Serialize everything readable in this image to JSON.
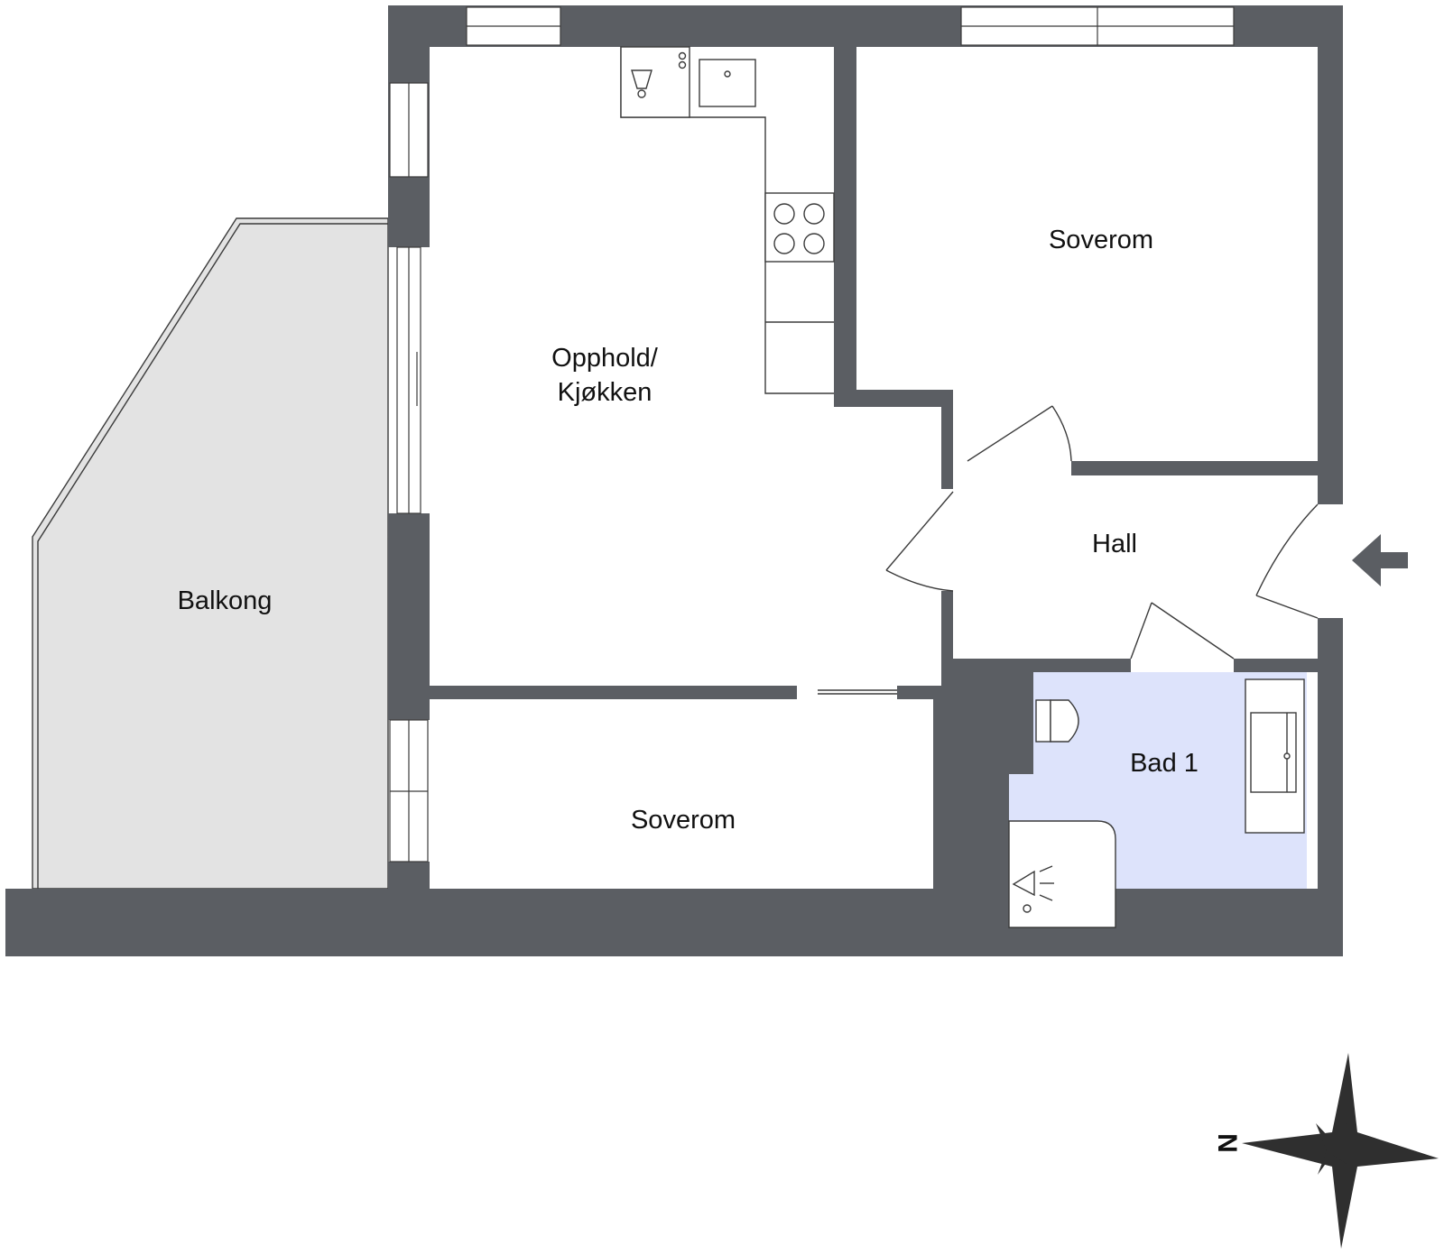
{
  "rooms": {
    "kitchen": {
      "label_line1": "Opphold/",
      "label_line2": "Kjøkken"
    },
    "bedroom_north": {
      "label": "Soverom"
    },
    "bedroom_south": {
      "label": "Soverom"
    },
    "hall": {
      "label": "Hall"
    },
    "bathroom": {
      "label": "Bad 1"
    },
    "balcony": {
      "label": "Balkong"
    }
  },
  "compass": {
    "north_letter": "N"
  },
  "colors": {
    "wall": "#5b5e63",
    "balcony_fill": "#e3e3e3",
    "bathroom_fill": "#dde3fb",
    "entrance_arrow": "#5b5e63",
    "compass_star": "#2f2f2f"
  }
}
